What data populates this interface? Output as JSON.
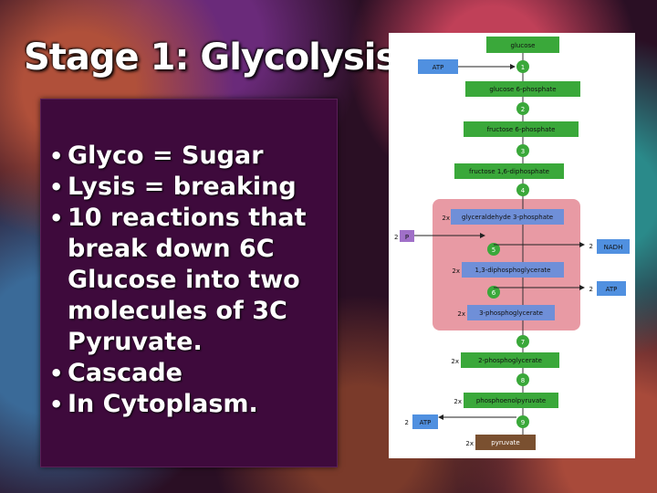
{
  "slide": {
    "title": "Stage 1: Glycolysis",
    "bullets": [
      "Glyco = Sugar",
      "Lysis = breaking",
      "10 reactions that break down 6C Glucose into two molecules of 3C Pyruvate.",
      "Cascade",
      "In Cytoplasm."
    ]
  },
  "diagram": {
    "molecules": {
      "glucose": "glucose",
      "g6p": "glucose 6-phosphate",
      "f6p": "fructose 6-phosphate",
      "f16dp": "fructose 1,6-diphosphate",
      "g3p": "glyceraldehyde 3-phosphate",
      "bpg": "1,3-diphosphoglycerate",
      "pg3": "3-phosphoglycerate",
      "pg2": "2-phosphoglycerate",
      "pep": "phosphoenolpyruvate",
      "pyruvate": "pyruvate"
    },
    "steps": [
      "1",
      "2",
      "3",
      "4",
      "5",
      "6",
      "7",
      "8",
      "9"
    ],
    "multipliers": {
      "g3p": "2x",
      "bpg": "2x",
      "pg3": "2x",
      "pg2": "2x",
      "pep": "2x",
      "pyruvate": "2x"
    },
    "inputs": {
      "atp_in": "ATP",
      "p_count": "2",
      "p_label": "P",
      "nadh_count": "2",
      "nadh_label": "NADH",
      "atp_out1_count": "2",
      "atp_out1_label": "ATP",
      "atp_out2_count": "2",
      "atp_out2_label": "ATP"
    },
    "colors": {
      "green_box": "#3aa83a",
      "blue_box": "#6f8fd8",
      "pink_zone": "#e89aa4",
      "step_circle": "#3aa83a",
      "energy_box": "#5090e0",
      "p_box": "#a070c8",
      "pyruvate_box": "#7a5030"
    }
  }
}
